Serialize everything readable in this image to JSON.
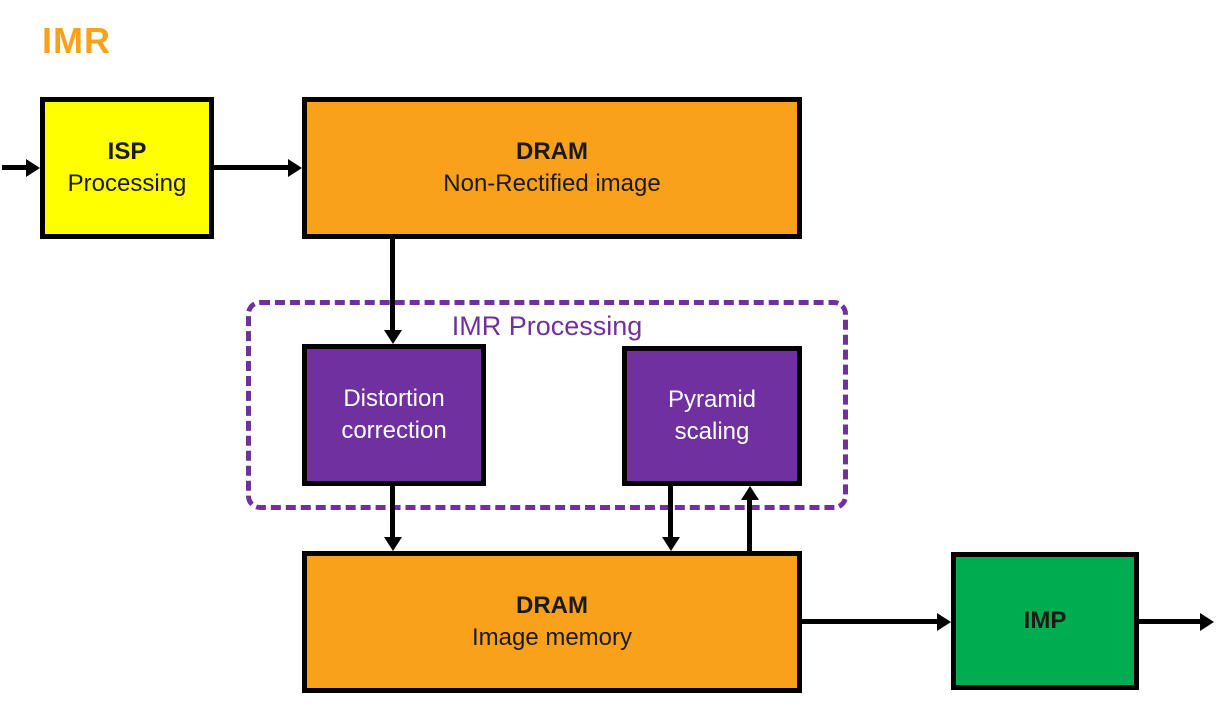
{
  "title": "IMR",
  "colors": {
    "orange": "#F9A11B",
    "yellow": "#FFFF00",
    "purple": "#7030A0",
    "green": "#00AC50",
    "black": "#000000"
  },
  "diagram": {
    "group_label": "IMR Processing",
    "nodes": {
      "isp": {
        "title": "ISP",
        "subtitle": "Processing"
      },
      "dram_input": {
        "title": "DRAM",
        "subtitle": "Non-Rectified image"
      },
      "distortion": {
        "line1": "Distortion",
        "line2": "correction"
      },
      "pyramid": {
        "line1": "Pyramid",
        "line2": "scaling"
      },
      "dram_memory": {
        "title": "DRAM",
        "subtitle": "Image memory"
      },
      "imp": {
        "title": "IMP"
      }
    },
    "edges": [
      "input to ISP",
      "ISP to DRAM non-rectified",
      "DRAM non-rectified to Distortion correction",
      "Distortion correction to DRAM image memory",
      "Pyramid scaling to DRAM image memory",
      "DRAM image memory to Pyramid scaling",
      "DRAM image memory to IMP",
      "IMP to output"
    ]
  }
}
